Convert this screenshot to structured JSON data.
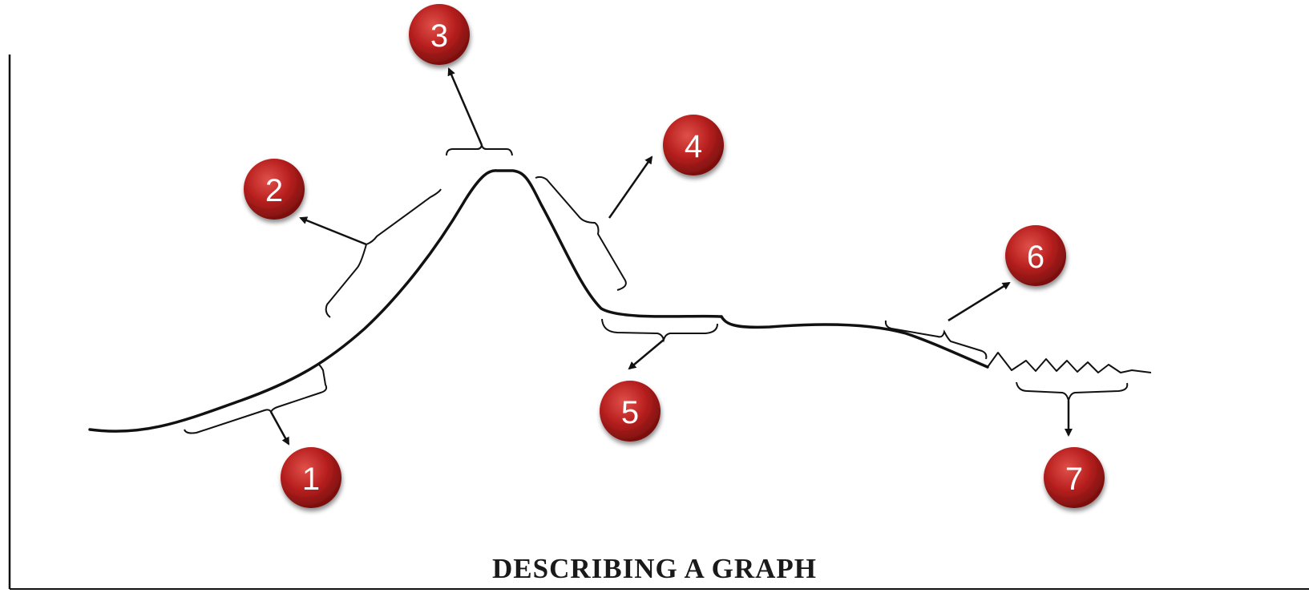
{
  "title": "DESCRIBING A GRAPH",
  "badges": [
    {
      "label": "1"
    },
    {
      "label": "2"
    },
    {
      "label": "3"
    },
    {
      "label": "4"
    },
    {
      "label": "5"
    },
    {
      "label": "6"
    },
    {
      "label": "7"
    }
  ],
  "colors": {
    "badge_fill": "#b8201f",
    "badge_dark": "#7a0f0e",
    "line": "#111111",
    "badge_text": "#ffffff"
  }
}
